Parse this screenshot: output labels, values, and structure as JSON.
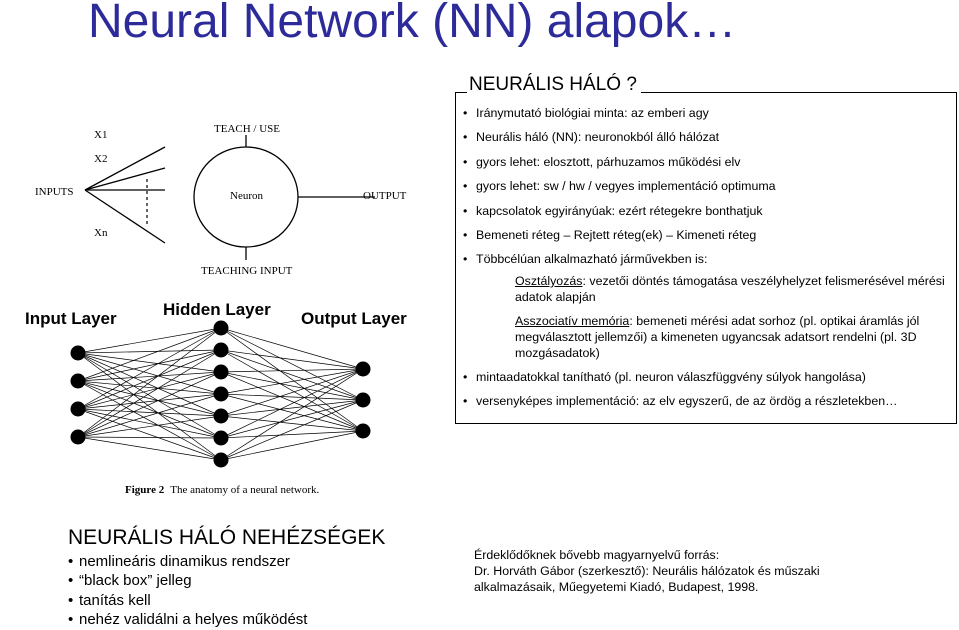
{
  "title": "Neural Network (NN) alapok…",
  "neuron_figure": {
    "inputs_label": "INPUTS",
    "x1": "X1",
    "x2": "X2",
    "xn": "Xn",
    "teach_label": "TEACH / USE",
    "neuron_label": "Neuron",
    "output_label": "OUTPUT",
    "teaching_input_label": "TEACHING INPUT"
  },
  "nn_figure": {
    "input_layer": "Input Layer",
    "hidden_layer": "Hidden Layer",
    "output_layer": "Output Layer",
    "caption_bold": "Figure 2",
    "caption_text": "The anatomy of a neural network."
  },
  "right_panel": {
    "heading": "NEURÁLIS HÁLÓ ?",
    "bullets": [
      "Iránymutató biológiai minta: az emberi agy",
      "Neurális háló (NN): neuronokból álló hálózat",
      "gyors lehet: elosztott, párhuzamos működési elv",
      "gyors lehet: sw / hw / vegyes implementáció optimuma",
      "kapcsolatok egyirányúak: ezért rétegekre bonthatjuk",
      "Bemeneti réteg – Rejtett réteg(ek) – Kimeneti réteg",
      "Többcélúan alkalmazható járművekben is:"
    ],
    "sub1_term": "Osztályozás",
    "sub1_text": ": vezetői döntés támogatása veszélyhelyzet felismerésével mérési adatok alapján",
    "sub2_term": "Asszociatív memória",
    "sub2_text": ": bemeneti mérési adat sorhoz (pl. optikai áramlás jól megválasztott jellemzői) a kimeneten ugyancsak adatsort rendelni (pl. 3D mozgásadatok)",
    "bullets2": [
      "mintaadatokkal tanítható (pl. neuron válaszfüggvény súlyok hangolása)",
      "versenyképes implementáció: az elv egyszerű, de az ördög a részletekben…"
    ]
  },
  "bottom_left": {
    "heading": "NEURÁLIS HÁLÓ NEHÉZSÉGEK",
    "items": [
      "nemlineáris dinamikus rendszer",
      "“black box” jelleg",
      "tanítás kell",
      "nehéz validálni a helyes működést"
    ]
  },
  "bottom_right": {
    "line1": "Érdeklődőknek bővebb magyarnyelvű forrás:",
    "line2": "Dr. Horváth Gábor (szerkesztő): Neurális hálózatok és műszaki alkalmazásaik, Műegyetemi Kiadó, Budapest, 1998."
  }
}
